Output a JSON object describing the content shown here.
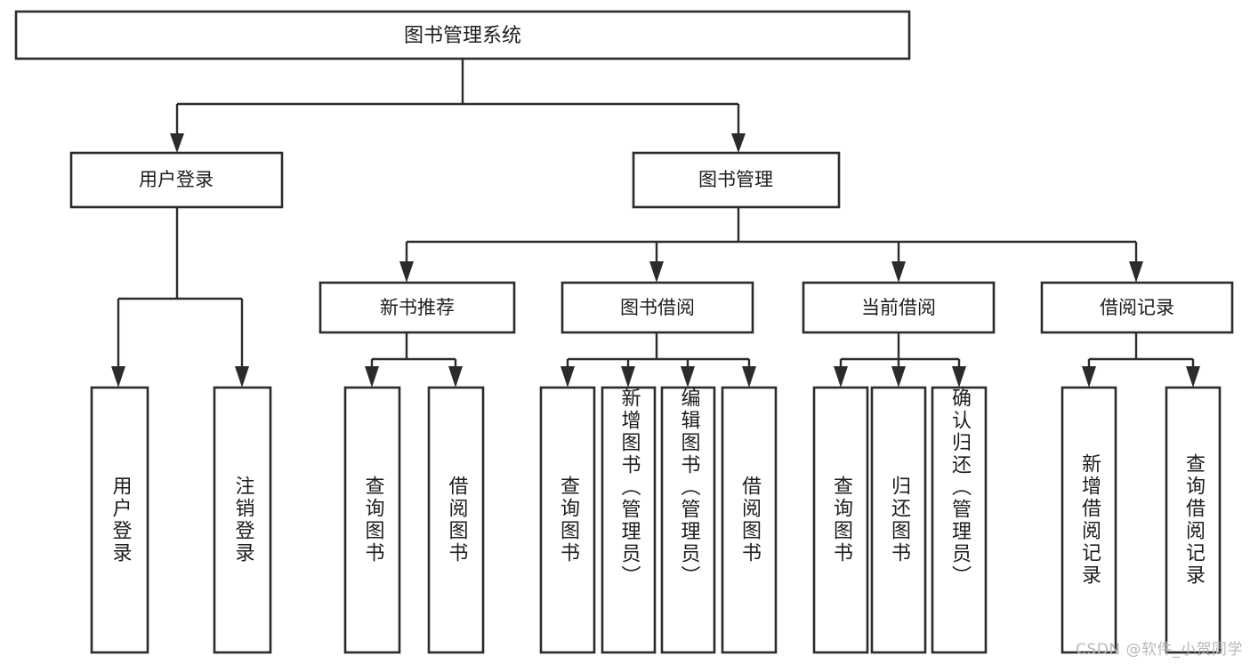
{
  "diagram": {
    "type": "tree-hierarchy-chart",
    "title": "图书管理系统",
    "orientation": "top-down",
    "background_color": "#ffffff",
    "line_color": "#2b2b2b",
    "box_fill": "#ffffff",
    "text_color": "#1d1d1d"
  },
  "root": {
    "label": "图书管理系统"
  },
  "level1": [
    {
      "label": "用户登录"
    },
    {
      "label": "图书管理"
    }
  ],
  "level2": [
    {
      "label": "新书推荐"
    },
    {
      "label": "图书借阅"
    },
    {
      "label": "当前借阅"
    },
    {
      "label": "借阅记录"
    }
  ],
  "leaves": {
    "user_login": [
      {
        "label": "用户登录"
      },
      {
        "label": "注销登录"
      }
    ],
    "new_book_recommend": [
      {
        "label": "查询图书"
      },
      {
        "label": "借阅图书"
      }
    ],
    "book_borrow": [
      {
        "label": "查询图书"
      },
      {
        "label": "新增图书（管理员）"
      },
      {
        "label": "编辑图书（管理员）"
      },
      {
        "label": "借阅图书"
      }
    ],
    "current_borrow": [
      {
        "label": "查询图书"
      },
      {
        "label": "归还图书"
      },
      {
        "label": "确认归还（管理员）"
      }
    ],
    "borrow_record": [
      {
        "label": "新增借阅记录"
      },
      {
        "label": "查询借阅记录"
      }
    ]
  },
  "watermark": {
    "text": "CSDN @软件_小贺同学"
  }
}
